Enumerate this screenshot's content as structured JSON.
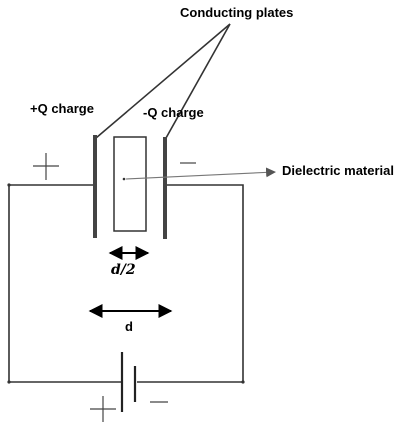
{
  "labels": {
    "conducting_plates": "Conducting plates",
    "pos_charge": "+Q charge",
    "neg_charge": "-Q charge",
    "dielectric": "Dielectric material",
    "half_gap": "d/2",
    "gap": "d"
  },
  "symbols": {
    "plus": "plus-sign",
    "minus": "minus-sign"
  }
}
